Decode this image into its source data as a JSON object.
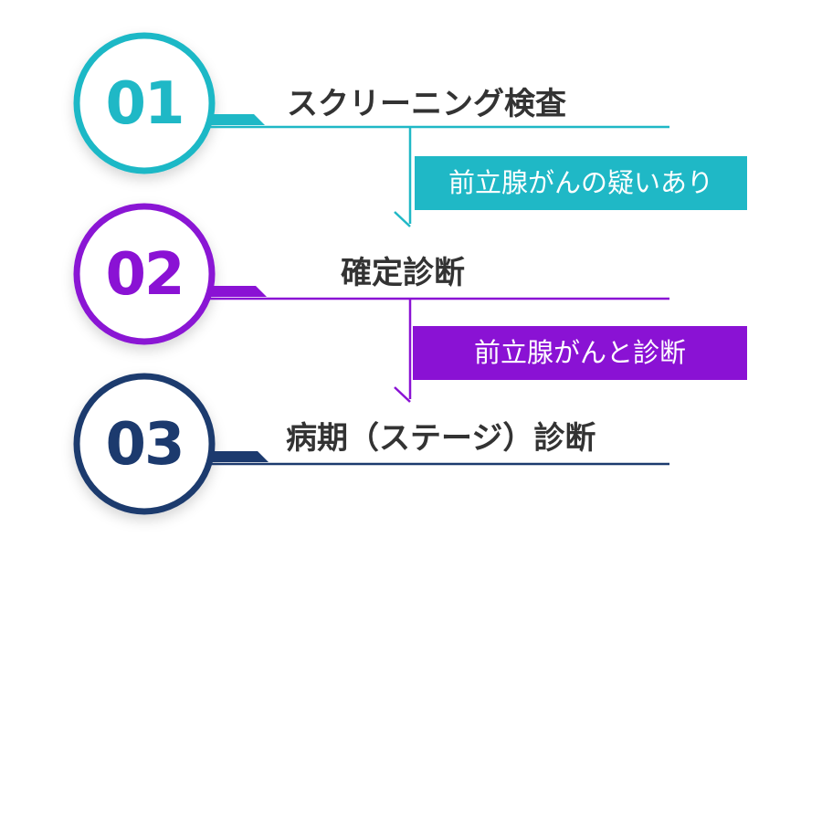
{
  "steps": [
    {
      "number": "01",
      "title": "スクリーニング検査",
      "color": "#1fb8c6"
    },
    {
      "number": "02",
      "title": "確定診断",
      "color": "#8a12d4"
    },
    {
      "number": "03",
      "title": "病期（ステージ）診断",
      "color": "#1c3a6e"
    }
  ],
  "transitions": [
    {
      "label": "前立腺がんの疑いあり",
      "color": "#1fb8c6"
    },
    {
      "label": "前立腺がんと診断",
      "color": "#8a12d4"
    }
  ]
}
